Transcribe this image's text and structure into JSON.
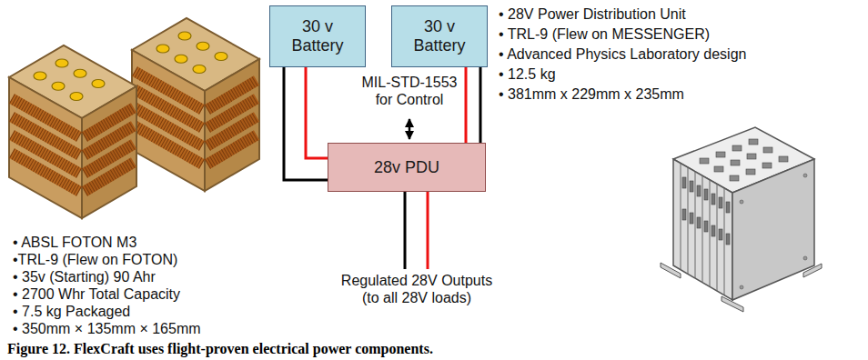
{
  "diagram": {
    "caption": "Figure 12. FlexCraft uses flight-proven electrical power components.",
    "nodes": [
      {
        "text": [
          "30 v Battery"
        ]
      },
      {
        "text": [
          "30 v Battery"
        ]
      },
      {
        "text": [
          "28v PDU"
        ]
      }
    ],
    "edges": [
      {
        "from": 0,
        "to": 2,
        "arrow": "none"
      },
      {
        "from": 0,
        "to": 2,
        "arrow": "none"
      },
      {
        "from": 1,
        "to": 2,
        "arrow": "none"
      },
      {
        "from": 1,
        "to": 2,
        "arrow": "none"
      }
    ],
    "labels": [
      "• ABSL FOTON M3",
      "•TRL-9 (Flew on FOTON)",
      "• 35v (Starting) 90 Ahr",
      "• 2700 Whr Total Capacity",
      "• 7.5 kg Packaged",
      "• 350mm × 135mm × 165mm",
      "MIL-STD-1553 for Control",
      "• 28V Power Distribution Unit",
      "• TRL-9 (Flew on MESSENGER)",
      "• Advanced Physics Laboratory design",
      "• 12.5 kg",
      "• 381mm x 229mm x 235mm",
      "Regulated 28V Outputs (to all 28V loads)"
    ]
  }
}
